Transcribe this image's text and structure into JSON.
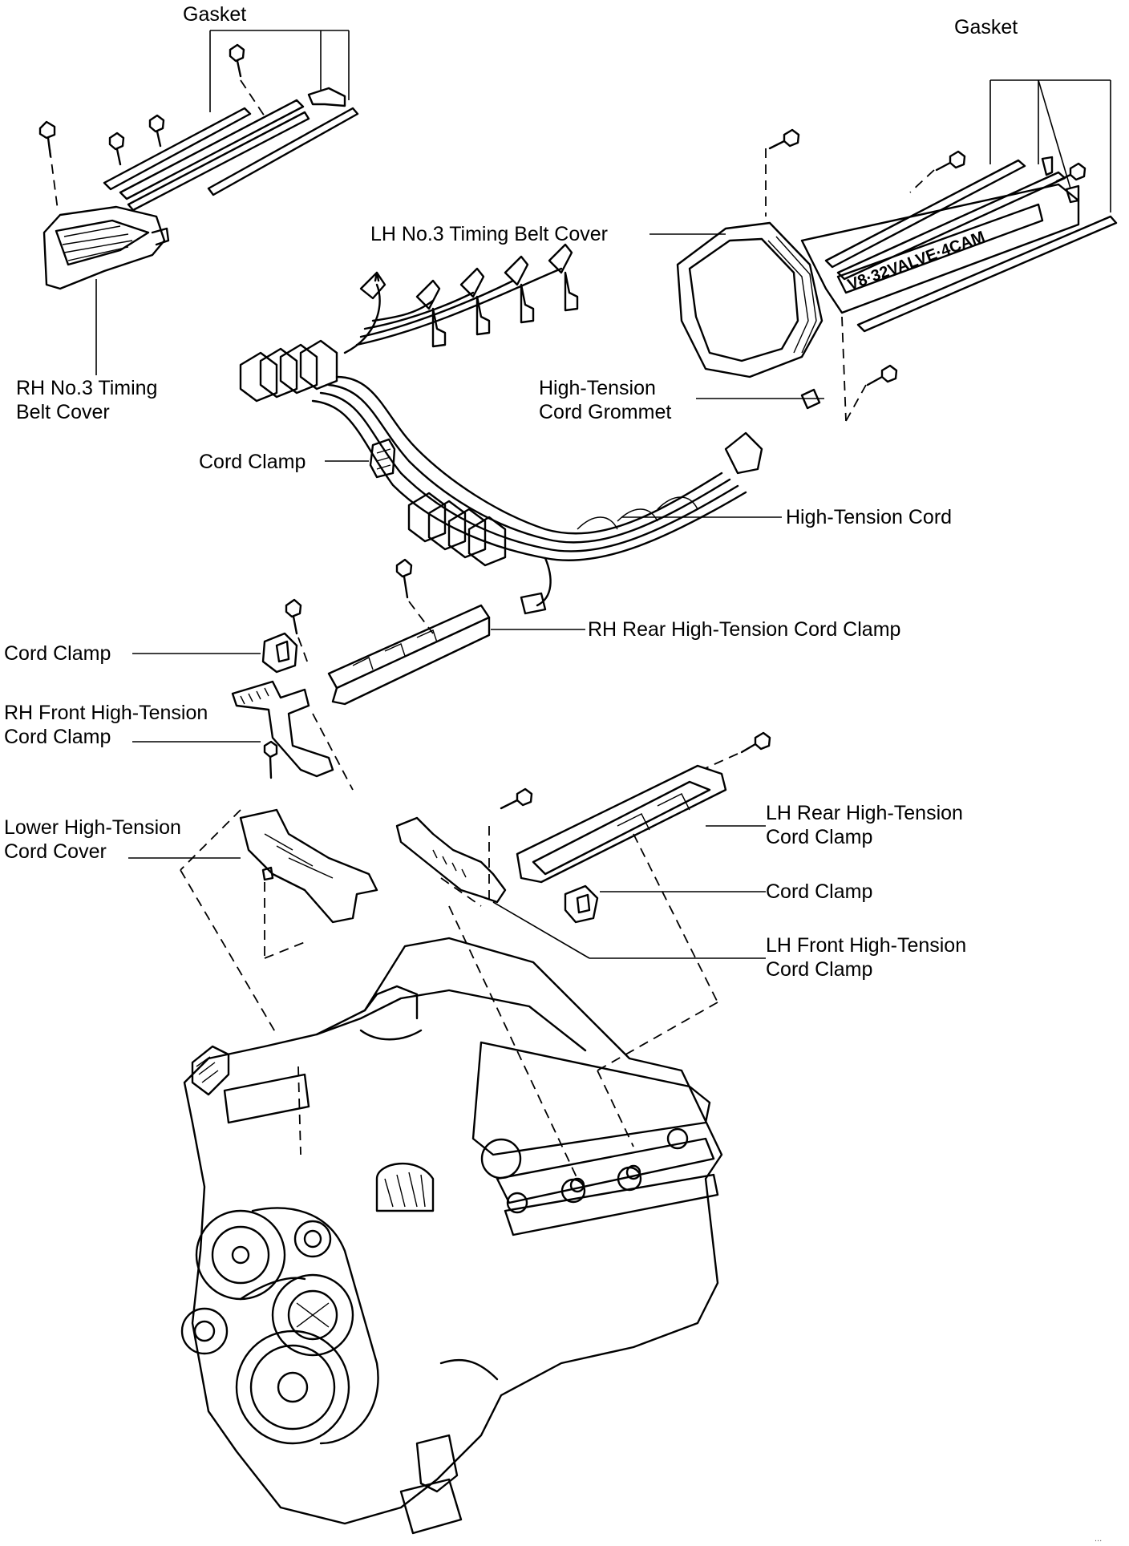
{
  "labels": {
    "gasket_left": "Gasket",
    "gasket_right": "Gasket",
    "lh_no3_cover": "LH No.3 Timing Belt Cover",
    "rh_no3_cover_l1": "RH No.3 Timing",
    "rh_no3_cover_l2": "Belt Cover",
    "grommet_l1": "High-Tension",
    "grommet_l2": "Cord Grommet",
    "cord_clamp_1": "Cord Clamp",
    "high_tension_cord": "High-Tension Cord",
    "rh_rear_clamp": "RH Rear High-Tension Cord Clamp",
    "cord_clamp_2": "Cord Clamp",
    "rh_front_clamp_l1": "RH Front High-Tension",
    "rh_front_clamp_l2": "Cord Clamp",
    "lower_cover_l1": "Lower High-Tension",
    "lower_cover_l2": "Cord Cover",
    "lh_rear_clamp_l1": "LH Rear High-Tension",
    "lh_rear_clamp_l2": "Cord Clamp",
    "cord_clamp_3": "Cord Clamp",
    "lh_front_clamp_l1": "LH Front High-Tension",
    "lh_front_clamp_l2": "Cord Clamp"
  },
  "cover_emblem": "V8·32VALVE·4CAM",
  "figure_code": "..."
}
